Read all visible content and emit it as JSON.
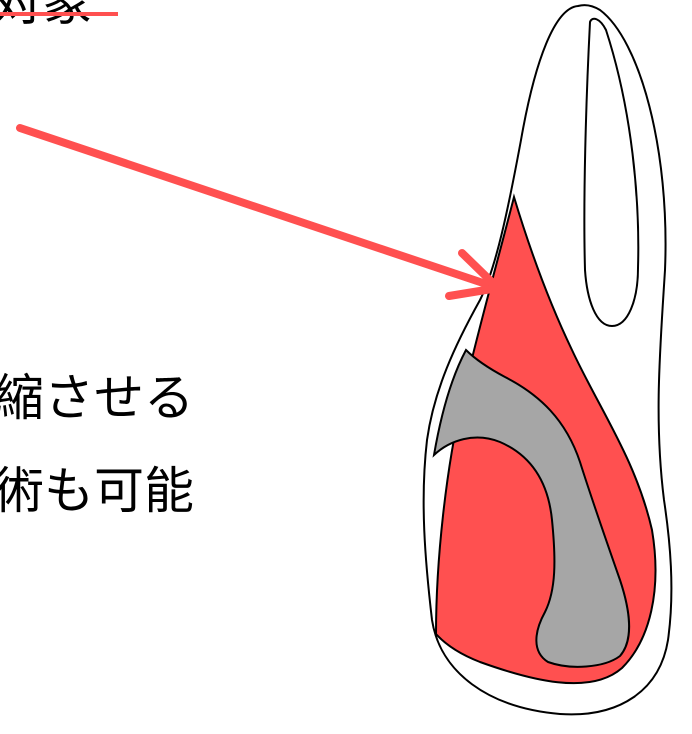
{
  "heading_fragment": "対象",
  "text_lines": [
    "縮させる",
    "術も可能"
  ],
  "colors": {
    "red": "#ff5050",
    "gray": "#a6a6a6",
    "outline": "#000000"
  }
}
